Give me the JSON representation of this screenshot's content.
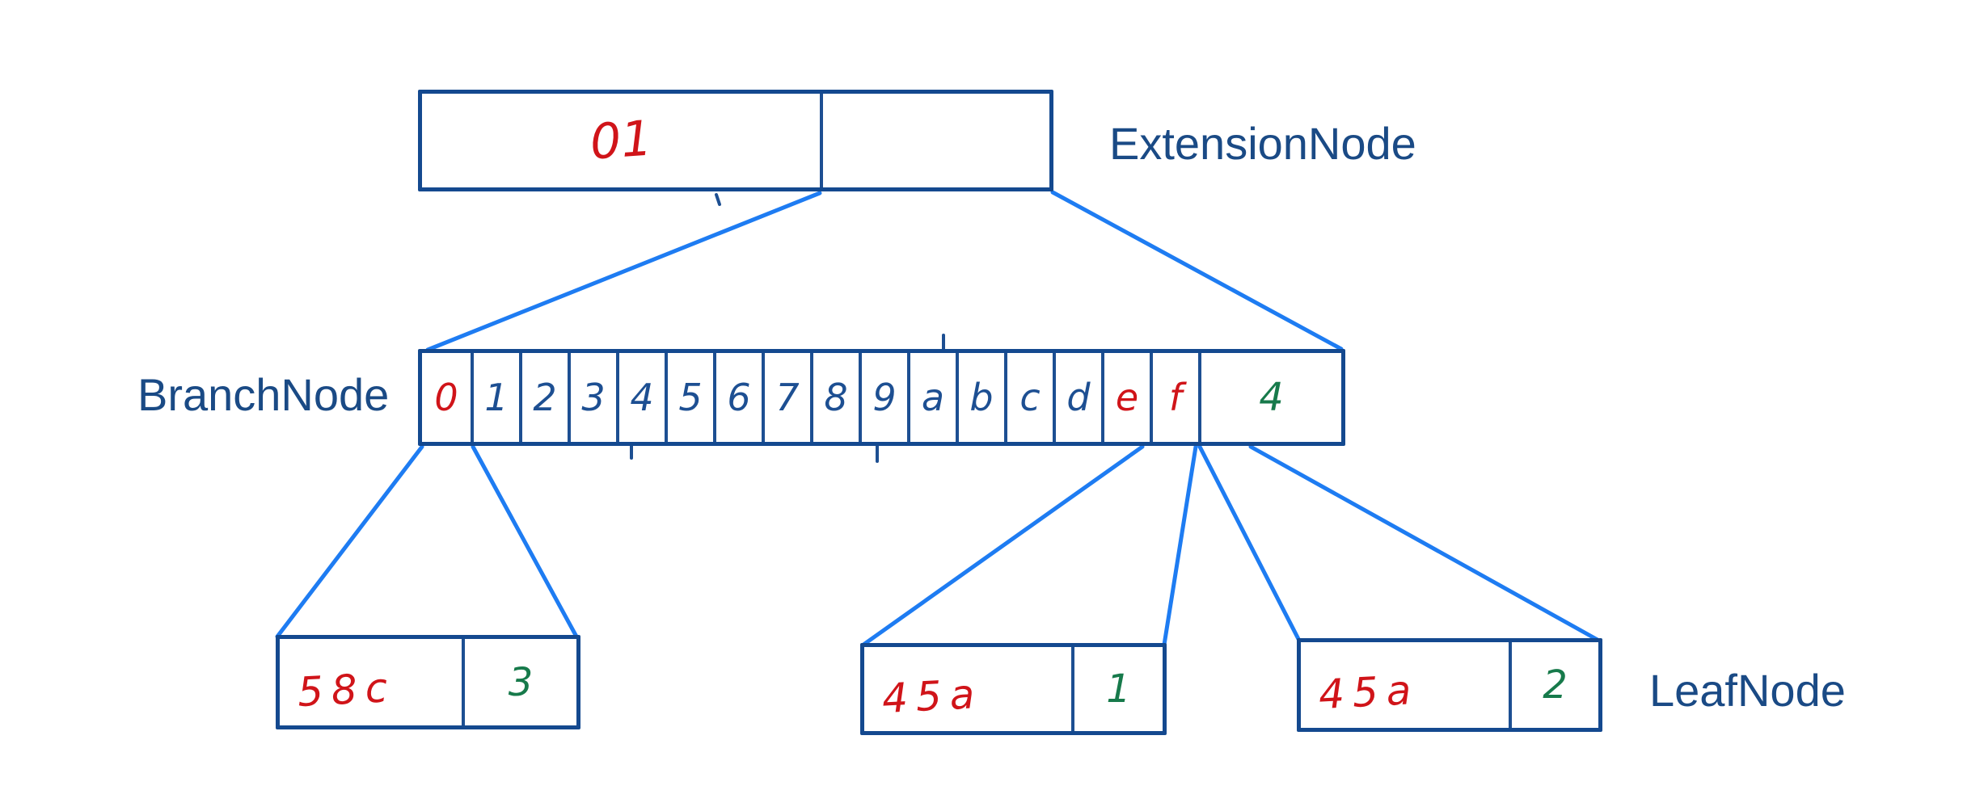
{
  "colors": {
    "box_border": "#14498f",
    "divider": "#1d4f92",
    "label_text": "#1a4a85",
    "connector": "#1e7cf2",
    "red": "#d01419",
    "green": "#177a4b",
    "navy_digit": "#1d4f92"
  },
  "extension_node": {
    "label": "ExtensionNode",
    "shared_nibbles": "01",
    "next_ref": ""
  },
  "branch_node": {
    "label": "BranchNode",
    "slots": [
      {
        "char": "0",
        "color": "red"
      },
      {
        "char": "1",
        "color": "navy"
      },
      {
        "char": "2",
        "color": "navy"
      },
      {
        "char": "3",
        "color": "navy"
      },
      {
        "char": "4",
        "color": "navy"
      },
      {
        "char": "5",
        "color": "navy"
      },
      {
        "char": "6",
        "color": "navy"
      },
      {
        "char": "7",
        "color": "navy"
      },
      {
        "char": "8",
        "color": "navy"
      },
      {
        "char": "9",
        "color": "navy"
      },
      {
        "char": "a",
        "color": "navy"
      },
      {
        "char": "b",
        "color": "navy"
      },
      {
        "char": "c",
        "color": "navy"
      },
      {
        "char": "d",
        "color": "navy"
      },
      {
        "char": "e",
        "color": "red"
      },
      {
        "char": "f",
        "color": "red"
      }
    ],
    "value": {
      "char": "4",
      "color": "green"
    }
  },
  "leaf_section": {
    "label": "LeafNode",
    "leaves": [
      {
        "key": "58c",
        "value": "3"
      },
      {
        "key": "45a",
        "value": "1"
      },
      {
        "key": "45a",
        "value": "2"
      }
    ]
  }
}
